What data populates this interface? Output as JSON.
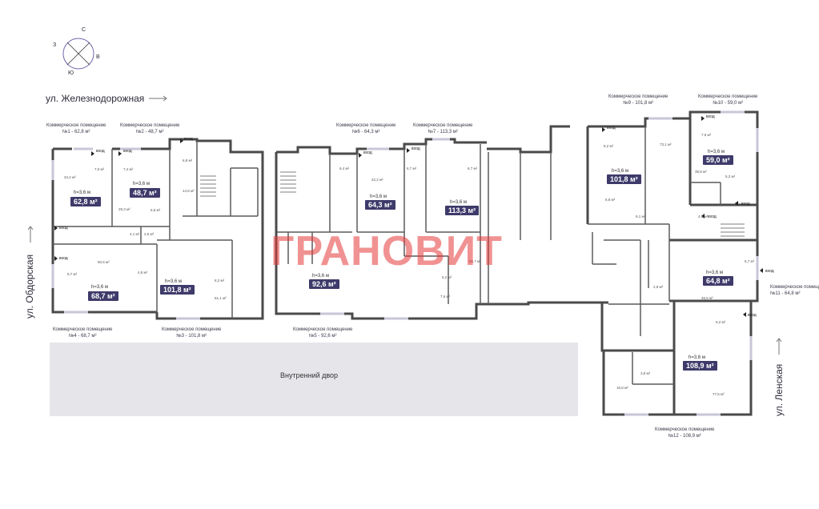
{
  "compass": {
    "n": "С",
    "e": "В",
    "s": "Ю",
    "w": "З"
  },
  "streets": {
    "top": "ул. Железнодорожная",
    "left": "ул. Обдорская",
    "right": "ул. Ленская"
  },
  "courtyard": "Внутренний двор",
  "watermark": "ГРАНОВИТ",
  "entry_label": "вход",
  "units": [
    {
      "caption1": "Коммерческое помещение",
      "caption2": "№1 - 62,8 м²",
      "height": "h=3,6 м",
      "area": "62,8 м²"
    },
    {
      "caption1": "Коммерческое помещение",
      "caption2": "№2 - 48,7 м²",
      "height": "h=3,6 м",
      "area": "48,7 м²"
    },
    {
      "caption1": "Коммерческое помещение",
      "caption2": "№3 - 101,8 м²",
      "height": "h=3,6 м",
      "area": "101,8 м²"
    },
    {
      "caption1": "Коммерческое помещение",
      "caption2": "№4 - 68,7 м²",
      "height": "h=3,6 м",
      "area": "68,7 м²"
    },
    {
      "caption1": "Коммерческое помещение",
      "caption2": "№5 - 92,6 м²",
      "height": "h=3,6 м",
      "area": "92,6 м²"
    },
    {
      "caption1": "Коммерческое помещение",
      "caption2": "№6 - 64,3 м²",
      "height": "h=3,6 м",
      "area": "64,3 м²"
    },
    {
      "caption1": "Коммерческое помещение",
      "caption2": "№7 - 113,3 м²",
      "height": "h=3,6 м",
      "area": "113,3 м²"
    },
    {
      "caption1": "Коммерческое помещение",
      "caption2": "№9 - 101,8 м²",
      "height": "h=3,6 м",
      "area": "101,8 м²"
    },
    {
      "caption1": "Коммерческое помещение",
      "caption2": "№10 - 59,0 м²",
      "height": "h=3,6 м",
      "area": "59,0 м²"
    },
    {
      "caption1": "Коммерческое помещение",
      "caption2": "№11 - 64,8 м²",
      "height": "h=3,6 м",
      "area": "64,8 м²"
    },
    {
      "caption1": "Коммерческое помещение",
      "caption2": "№12 - 108,9 м²",
      "height": "h=3,6 м",
      "area": "108,9 м²"
    }
  ],
  "rooms": [
    "34,2 м²",
    "7,0 м²",
    "7,4 м²",
    "29,3 м²",
    "6,5 м²",
    "4,1 м²",
    "2,5 м²",
    "50,6 м²",
    "8,7 м²",
    "4,8 м²",
    "14,8 м²",
    "6,8 м²",
    "8,2 м²",
    "61,1 м²",
    "6,4 м²",
    "42,2 м²",
    "6,7 м²",
    "6,7 м²",
    "56,7 м²",
    "7,6 м²",
    "73,1 м²",
    "8,2 м²",
    "6,8 м²",
    "9,1 м²",
    "39,8 м²",
    "5,2 м²",
    "4,3 м²",
    "5,7 м²",
    "46,5 м²",
    "9,2 м²",
    "16,8 м²",
    "77,5 м²",
    "3,9 м²",
    "2,9 м²",
    "6,2 м²",
    "7,6 м²"
  ]
}
